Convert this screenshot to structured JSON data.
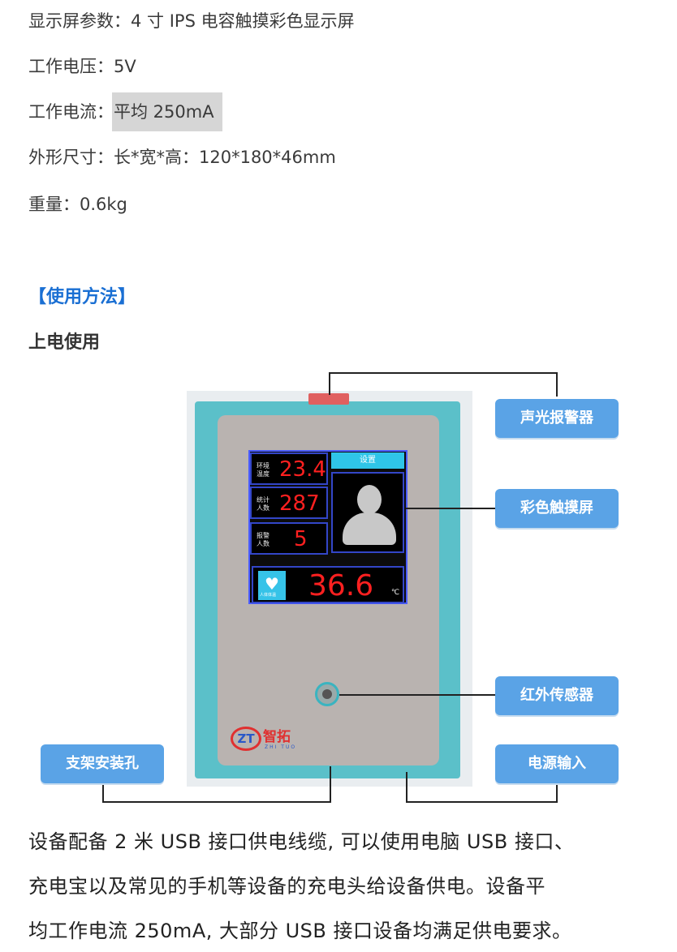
{
  "specs": {
    "display_label": "显示屏参数：",
    "display_value": "4 寸 IPS 电容触摸彩色显示屏",
    "voltage_label": "工作电压：",
    "voltage_value": "5V",
    "current_label": "工作电流：",
    "current_value": "平均 250mA",
    "size_label": "外形尺寸：",
    "size_value": "长*宽*高：120*180*46mm",
    "weight_label": "重量：",
    "weight_value": "0.6kg"
  },
  "section_title": "【使用方法】",
  "sub_title": "上电使用",
  "diagram": {
    "screen": {
      "setting_button": "设置",
      "env_temp_label": "环境温度",
      "env_temp_value": "23.4",
      "count_label": "统计人数",
      "count_value": "287",
      "alarm_label": "报警人数",
      "alarm_value": "5",
      "body_temp_value": "36.6",
      "body_temp_unit": "℃",
      "heart_label": "人体体温"
    },
    "logo": {
      "cn": "智拓",
      "en": "ZHI TUO",
      "mark": "ZT"
    },
    "tags": {
      "alarm": "声光报警器",
      "touchscreen": "彩色触摸屏",
      "ir_sensor": "红外传感器",
      "mount_hole": "支架安装孔",
      "power_input": "电源输入"
    }
  },
  "description": [
    "设备配备 2 米 USB 接口供电线缆, 可以使用电脑 USB 接口、",
    "充电宝以及常见的手机等设备的充电头给设备供电。设备平",
    "均工作电流 250mA, 大部分 USB 接口设备均满足供电要求。"
  ],
  "colors": {
    "accent": "#1a6fd3",
    "tag": "#5aa3e6",
    "device": "#5bc0c9",
    "digits": "#ff2020"
  }
}
